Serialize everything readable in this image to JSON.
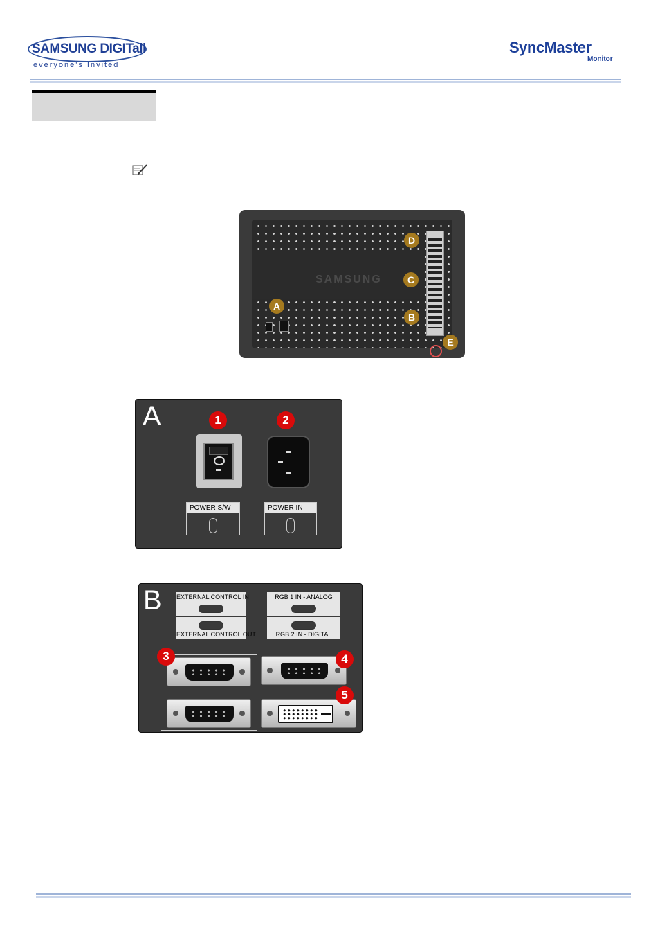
{
  "header": {
    "samsung_brand": "SAMSUNG DIGITall",
    "samsung_tagline": "everyone's Invited",
    "product_brand": "SyncMaster",
    "product_sub": "Monitor"
  },
  "rear_view": {
    "brand_text": "SAMSUNG",
    "markers": [
      "A",
      "B",
      "C",
      "D",
      "E"
    ]
  },
  "panel_a": {
    "letter": "A",
    "callouts": [
      "1",
      "2"
    ],
    "labels": [
      "POWER S/W",
      "POWER IN"
    ]
  },
  "panel_b": {
    "letter": "B",
    "callouts": [
      "3",
      "4",
      "5"
    ],
    "labels": [
      "EXTERNAL CONTROL IN",
      "EXTERNAL CONTROL OUT",
      "RGB 1 IN - ANALOG",
      "RGB 2 IN - DIGITAL"
    ]
  },
  "colors": {
    "brand_blue": "#1f3f95",
    "rule_blue": "#9fb4d8",
    "callout_red": "#d90a0a",
    "marker_gold": "#a57a1f",
    "panel_gray": "#3a3a3a"
  }
}
